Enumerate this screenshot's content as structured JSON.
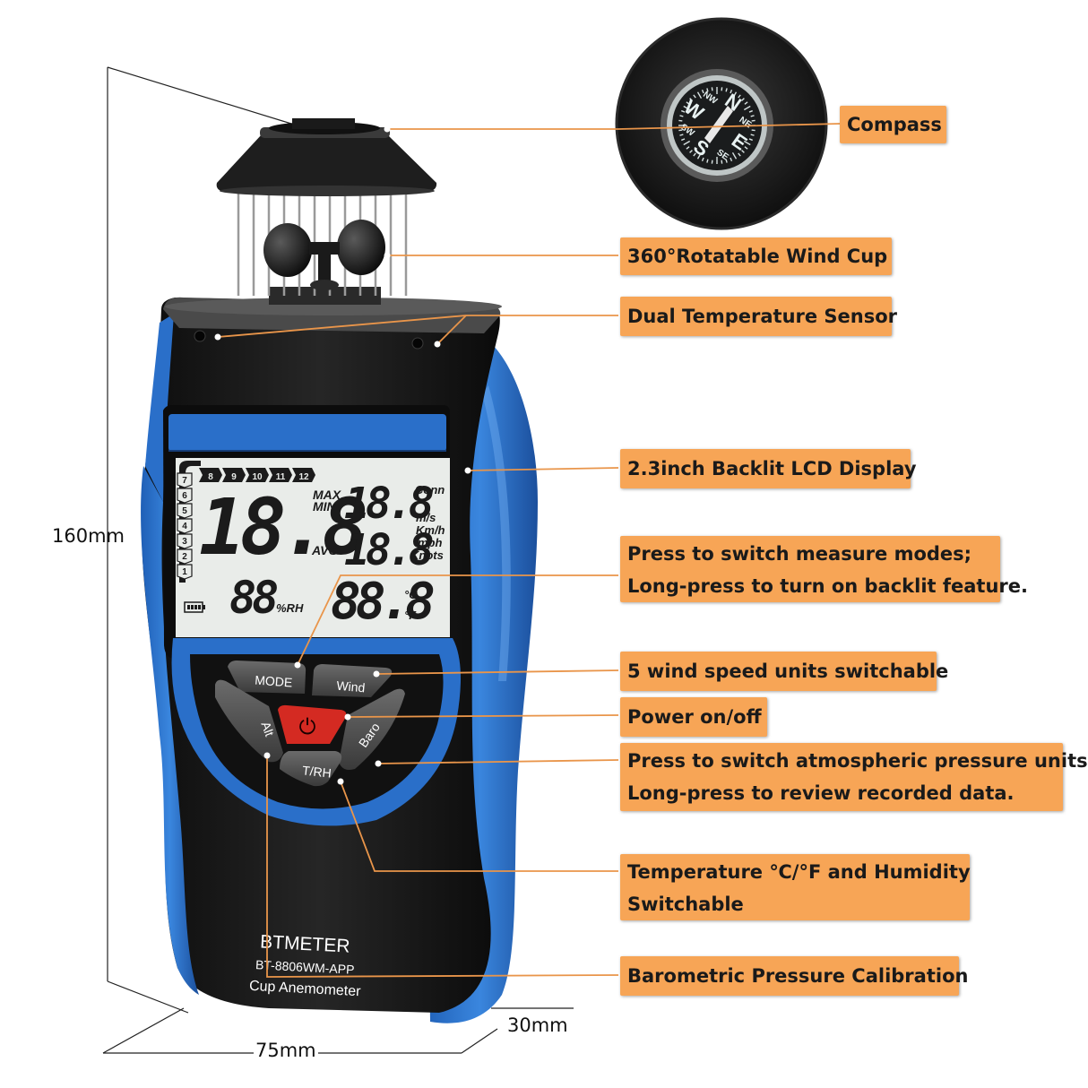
{
  "callouts": {
    "compass": "Compass",
    "wind_cup": "360°Rotatable Wind Cup",
    "temp_sensor": "Dual Temperature Sensor",
    "lcd": "2.3inch Backlit LCD Display",
    "mode_line1": "Press to switch measure modes;",
    "mode_line2": "Long-press to turn on backlit feature.",
    "wind_units": "5 wind speed units switchable",
    "power": "Power on/off",
    "baro_line1": "Press to switch atmospheric pressure units.",
    "baro_line2": "Long-press to review recorded data.",
    "trh_line1": "Temperature ℃/°F and Humidity",
    "trh_line2": "Switchable",
    "calibration": "Barometric Pressure Calibration"
  },
  "dimensions": {
    "height": "160mm",
    "width": "75mm",
    "depth": "30mm"
  },
  "compass_dial": {
    "n": "N",
    "s": "S",
    "e": "E",
    "w": "W",
    "ne": "NE",
    "nw": "NW",
    "se": "SE",
    "sw": "SW"
  },
  "lcd": {
    "bar_scale_top": [
      "8",
      "9",
      "10",
      "11",
      "12"
    ],
    "bar_scale_left": [
      "7",
      "6",
      "5",
      "4",
      "3",
      "2",
      "1"
    ],
    "main_reading": "18.8",
    "max_label": "MAX",
    "min_label": "MIN",
    "max_min_reading": "18.8",
    "avg_label": "AVG",
    "avg_reading": "18.8",
    "conn_label": "Conn",
    "units": [
      "m/s",
      "Km/h",
      "mph",
      "Knots"
    ],
    "humidity_reading": "88",
    "humidity_unit": "%RH",
    "temp_reading": "88.8",
    "temp_unit_c": "°C",
    "temp_unit_f": "°F"
  },
  "keys": {
    "mode": "MODE",
    "wind": "Wind",
    "alt": "Alt",
    "baro": "Baro",
    "trh": "T/RH",
    "power_symbol": "⏻"
  },
  "device_label": {
    "brand": "BTMETER",
    "model": "BT-8806WM-APP",
    "name": "Cup Anemometer"
  },
  "colors": {
    "callout_bg": "#f7a556",
    "body_blue": "#2a6fc9",
    "body_black": "#141414",
    "lcd_bg": "#e9ece9",
    "power_key": "#d42a22",
    "leader_line": "#e9954a"
  }
}
